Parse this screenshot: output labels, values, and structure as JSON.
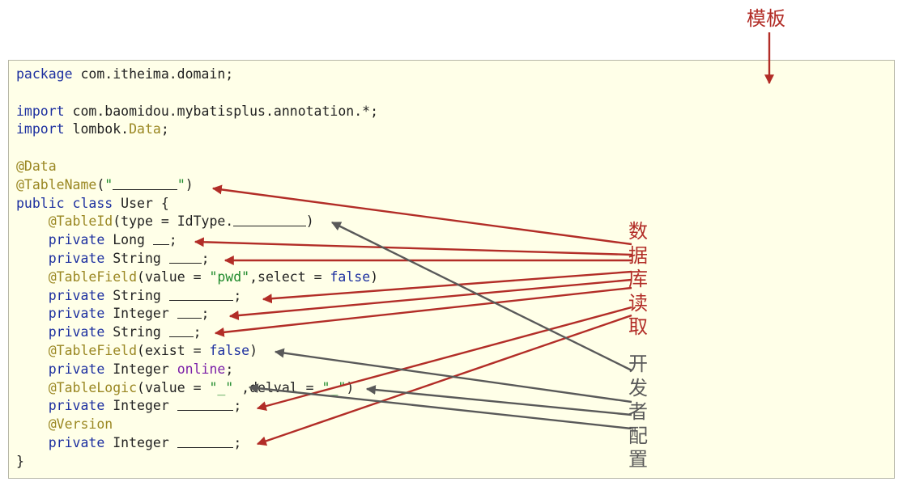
{
  "title": "模板",
  "colors": {
    "keyword": "#1d30a0",
    "annotation": "#9a8722",
    "string": "#1f8a2c",
    "field": "#7b1fa8",
    "red_arrow": "#b22d27",
    "gray_arrow": "#595959",
    "code_background": "#ffffe8"
  },
  "code_lines": [
    [
      {
        "t": "kw",
        "v": "package"
      },
      {
        "t": "pl",
        "v": " com.itheima.domain;"
      }
    ],
    [],
    [
      {
        "t": "kw",
        "v": "import"
      },
      {
        "t": "pl",
        "v": " com.baomidou.mybatisplus.annotation.*;"
      }
    ],
    [
      {
        "t": "kw",
        "v": "import"
      },
      {
        "t": "pl",
        "v": " lombok."
      },
      {
        "t": "an",
        "v": "Data"
      },
      {
        "t": "pl",
        "v": ";"
      }
    ],
    [],
    [
      {
        "t": "an",
        "v": "@Data"
      }
    ],
    [
      {
        "t": "an",
        "v": "@TableName"
      },
      {
        "t": "pl",
        "v": "("
      },
      {
        "t": "st",
        "v": "\""
      },
      {
        "t": "bl",
        "v": "________"
      },
      {
        "t": "st",
        "v": "\""
      },
      {
        "t": "pl",
        "v": ")"
      }
    ],
    [
      {
        "t": "kw",
        "v": "public"
      },
      {
        "t": "pl",
        "v": " "
      },
      {
        "t": "kw",
        "v": "class"
      },
      {
        "t": "pl",
        "v": " User {"
      }
    ],
    [
      {
        "t": "pl",
        "v": "    "
      },
      {
        "t": "an",
        "v": "@TableId"
      },
      {
        "t": "pl",
        "v": "(type = IdType."
      },
      {
        "t": "bl",
        "v": "_________"
      },
      {
        "t": "pl",
        "v": ")"
      }
    ],
    [
      {
        "t": "pl",
        "v": "    "
      },
      {
        "t": "kw",
        "v": "private"
      },
      {
        "t": "pl",
        "v": " Long "
      },
      {
        "t": "bl",
        "v": "__"
      },
      {
        "t": "pl",
        "v": ";"
      }
    ],
    [
      {
        "t": "pl",
        "v": "    "
      },
      {
        "t": "kw",
        "v": "private"
      },
      {
        "t": "pl",
        "v": " String "
      },
      {
        "t": "bl",
        "v": "____"
      },
      {
        "t": "pl",
        "v": ";"
      }
    ],
    [
      {
        "t": "pl",
        "v": "    "
      },
      {
        "t": "an",
        "v": "@TableField"
      },
      {
        "t": "pl",
        "v": "(value = "
      },
      {
        "t": "st",
        "v": "\"pwd\""
      },
      {
        "t": "pl",
        "v": ",select = "
      },
      {
        "t": "kw",
        "v": "false"
      },
      {
        "t": "pl",
        "v": ")"
      }
    ],
    [
      {
        "t": "pl",
        "v": "    "
      },
      {
        "t": "kw",
        "v": "private"
      },
      {
        "t": "pl",
        "v": " String "
      },
      {
        "t": "bl",
        "v": "________"
      },
      {
        "t": "pl",
        "v": ";"
      }
    ],
    [
      {
        "t": "pl",
        "v": "    "
      },
      {
        "t": "kw",
        "v": "private"
      },
      {
        "t": "pl",
        "v": " Integer "
      },
      {
        "t": "bl",
        "v": "___"
      },
      {
        "t": "pl",
        "v": ";"
      }
    ],
    [
      {
        "t": "pl",
        "v": "    "
      },
      {
        "t": "kw",
        "v": "private"
      },
      {
        "t": "pl",
        "v": " String "
      },
      {
        "t": "bl",
        "v": "___"
      },
      {
        "t": "pl",
        "v": ";"
      }
    ],
    [
      {
        "t": "pl",
        "v": "    "
      },
      {
        "t": "an",
        "v": "@TableField"
      },
      {
        "t": "pl",
        "v": "(exist = "
      },
      {
        "t": "kw",
        "v": "false"
      },
      {
        "t": "pl",
        "v": ")"
      }
    ],
    [
      {
        "t": "pl",
        "v": "    "
      },
      {
        "t": "kw",
        "v": "private"
      },
      {
        "t": "pl",
        "v": " Integer "
      },
      {
        "t": "fl",
        "v": "online"
      },
      {
        "t": "pl",
        "v": ";"
      }
    ],
    [
      {
        "t": "pl",
        "v": "    "
      },
      {
        "t": "an",
        "v": "@TableLogic"
      },
      {
        "t": "pl",
        "v": "(value = "
      },
      {
        "t": "st",
        "v": "\"_\""
      },
      {
        "t": "pl",
        "v": " ,delval = "
      },
      {
        "t": "st",
        "v": "\"_\""
      },
      {
        "t": "pl",
        "v": ")"
      }
    ],
    [
      {
        "t": "pl",
        "v": "    "
      },
      {
        "t": "kw",
        "v": "private"
      },
      {
        "t": "pl",
        "v": " Integer "
      },
      {
        "t": "bl",
        "v": "_______"
      },
      {
        "t": "pl",
        "v": ";"
      }
    ],
    [
      {
        "t": "pl",
        "v": "    "
      },
      {
        "t": "an",
        "v": "@Version"
      }
    ],
    [
      {
        "t": "pl",
        "v": "    "
      },
      {
        "t": "kw",
        "v": "private"
      },
      {
        "t": "pl",
        "v": " Integer "
      },
      {
        "t": "bl",
        "v": "_______"
      },
      {
        "t": "pl",
        "v": ";"
      }
    ],
    [
      {
        "t": "pl",
        "v": "}"
      }
    ]
  ],
  "red_label": [
    "数",
    "据",
    "库",
    "读",
    "取"
  ],
  "gray_label": [
    "开",
    "发",
    "者",
    "配",
    "置"
  ]
}
